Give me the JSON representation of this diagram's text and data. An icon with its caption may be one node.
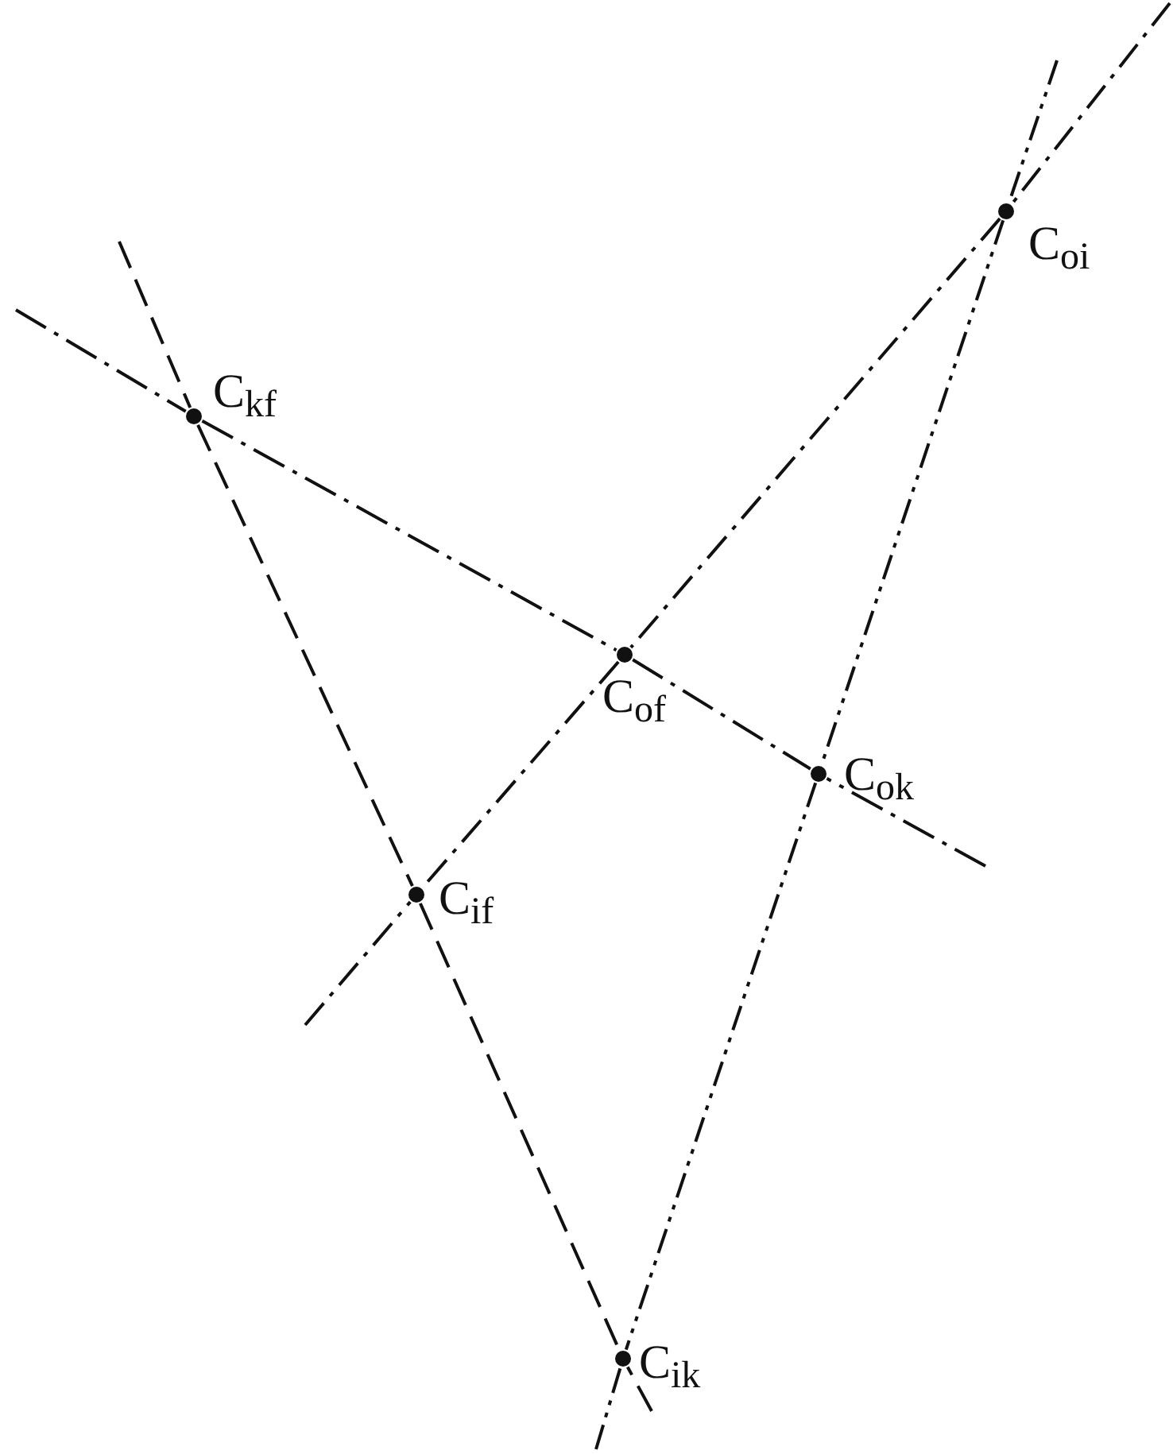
{
  "diagram": {
    "nodes": [
      {
        "text": [
          "C$_{oi}$"
        ]
      },
      {
        "text": [
          "C$_{kf}$"
        ]
      },
      {
        "text": [
          "C$_{of}$"
        ]
      },
      {
        "text": [
          "C$_{ok}$"
        ]
      },
      {
        "text": [
          "C$_{if}$"
        ]
      },
      {
        "text": [
          "C$_{ik}$"
        ]
      }
    ],
    "edges": [
      {
        "from": 1,
        "to": 2,
        "arrow": "none",
        "style": "dashed"
      },
      {
        "from": 2,
        "to": 3,
        "arrow": "none",
        "style": "dashed"
      },
      {
        "from": 0,
        "to": 2,
        "arrow": "none",
        "style": "dashed"
      },
      {
        "from": 2,
        "to": 4,
        "arrow": "none",
        "style": "dashed"
      },
      {
        "from": 1,
        "to": 4,
        "arrow": "none",
        "style": "dashed"
      },
      {
        "from": 4,
        "to": 5,
        "arrow": "none",
        "style": "dashed"
      },
      {
        "from": 0,
        "to": 3,
        "arrow": "none",
        "style": "dashed"
      },
      {
        "from": 3,
        "to": 5,
        "arrow": "none",
        "style": "dashed"
      }
    ]
  }
}
